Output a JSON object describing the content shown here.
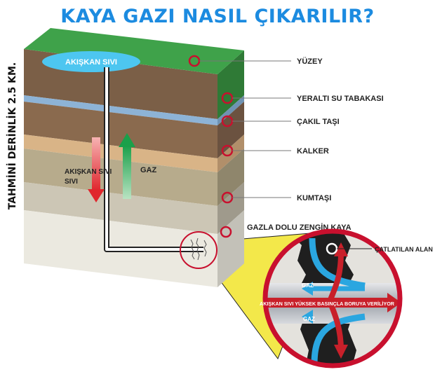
{
  "title": "KAYA GAZI NASIL ÇIKARILIR?",
  "depth_label": "TAHMİNİ DERİNLİK 2.5 KM.",
  "surface_pond": "AKIŞKAN SIVI",
  "layers": [
    {
      "label": "YÜZEY",
      "color": "#3fa24a"
    },
    {
      "label": "YERALTI SU TABAKASI",
      "color": "#8db3d6"
    },
    {
      "label": "ÇAKIL TAŞI",
      "color": "#8a6a4e"
    },
    {
      "label": "KALKER",
      "color": "#d9b487"
    },
    {
      "label": "KUMTAŞI",
      "color": "#b7ab8c"
    },
    {
      "label": "GAZLA DOLU ZENGİN KAYA",
      "color": "#ebe9e0"
    }
  ],
  "flow": {
    "down_label": "AKIŞKAN SIVI",
    "up_label": "GAZ"
  },
  "detail": {
    "fracture_label": "ÇATLATILAN ALAN",
    "pipe_label": "AKIŞKAN SIVI  YÜKSEK BASINÇLA BORUYA VERİLİYOR",
    "gas_label_1": "GAZ",
    "gas_label_2": "GAZ"
  },
  "colors": {
    "accent": "#1c8be0",
    "marker": "#c8102e",
    "zoom": "#f3e84a"
  }
}
